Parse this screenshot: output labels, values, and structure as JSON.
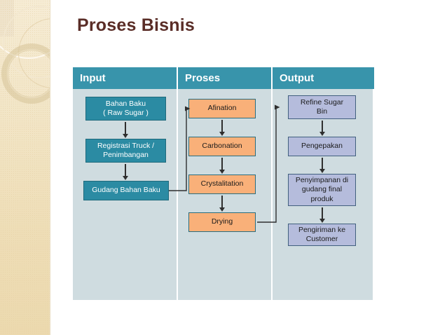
{
  "slide": {
    "title": "Proses Bisnis",
    "title_color": "#5a2d27",
    "background": "#ffffff",
    "accent_band_color": "#f0e2c3"
  },
  "table": {
    "header_bg": "#3894ab",
    "header_text_color": "#ffffff",
    "body_bg": "#cfdce0",
    "divider_color": "#ffffff",
    "columns": [
      {
        "label": "Input",
        "key": "input"
      },
      {
        "label": "Proses",
        "key": "proses"
      },
      {
        "label": "Output",
        "key": "output"
      }
    ]
  },
  "flow": {
    "input": {
      "box_fill": "#2b8ba3",
      "box_text_color": "#ffffff",
      "box_border": "#1f6a7c",
      "nodes": [
        {
          "label": "Bahan Baku\n( Raw Sugar )"
        },
        {
          "label": "Registrasi Truck /\nPenimbangan"
        },
        {
          "label": "Gudang Bahan Baku"
        }
      ]
    },
    "proses": {
      "box_fill": "#f9b079",
      "box_text_color": "#1b1b1b",
      "box_border": "#2a6d7e",
      "nodes": [
        {
          "label": "Afination"
        },
        {
          "label": "Carbonation"
        },
        {
          "label": "Crystalitation"
        },
        {
          "label": "Drying"
        }
      ]
    },
    "output": {
      "box_fill": "#b5bcdc",
      "box_text_color": "#1b1b1b",
      "box_border": "#42607f",
      "nodes": [
        {
          "label": "Refine Sugar\nBin"
        },
        {
          "label": "Pengepakan"
        },
        {
          "label": "Penyimpanan di\ngudang final\nproduk"
        },
        {
          "label": "Pengiriman ke\nCustomer"
        }
      ]
    },
    "connectors": [
      {
        "from": "Gudang Bahan Baku",
        "to": "Afination"
      },
      {
        "from": "Drying",
        "to": "Refine Sugar Bin"
      }
    ],
    "arrow_color": "#2f2f2f"
  }
}
